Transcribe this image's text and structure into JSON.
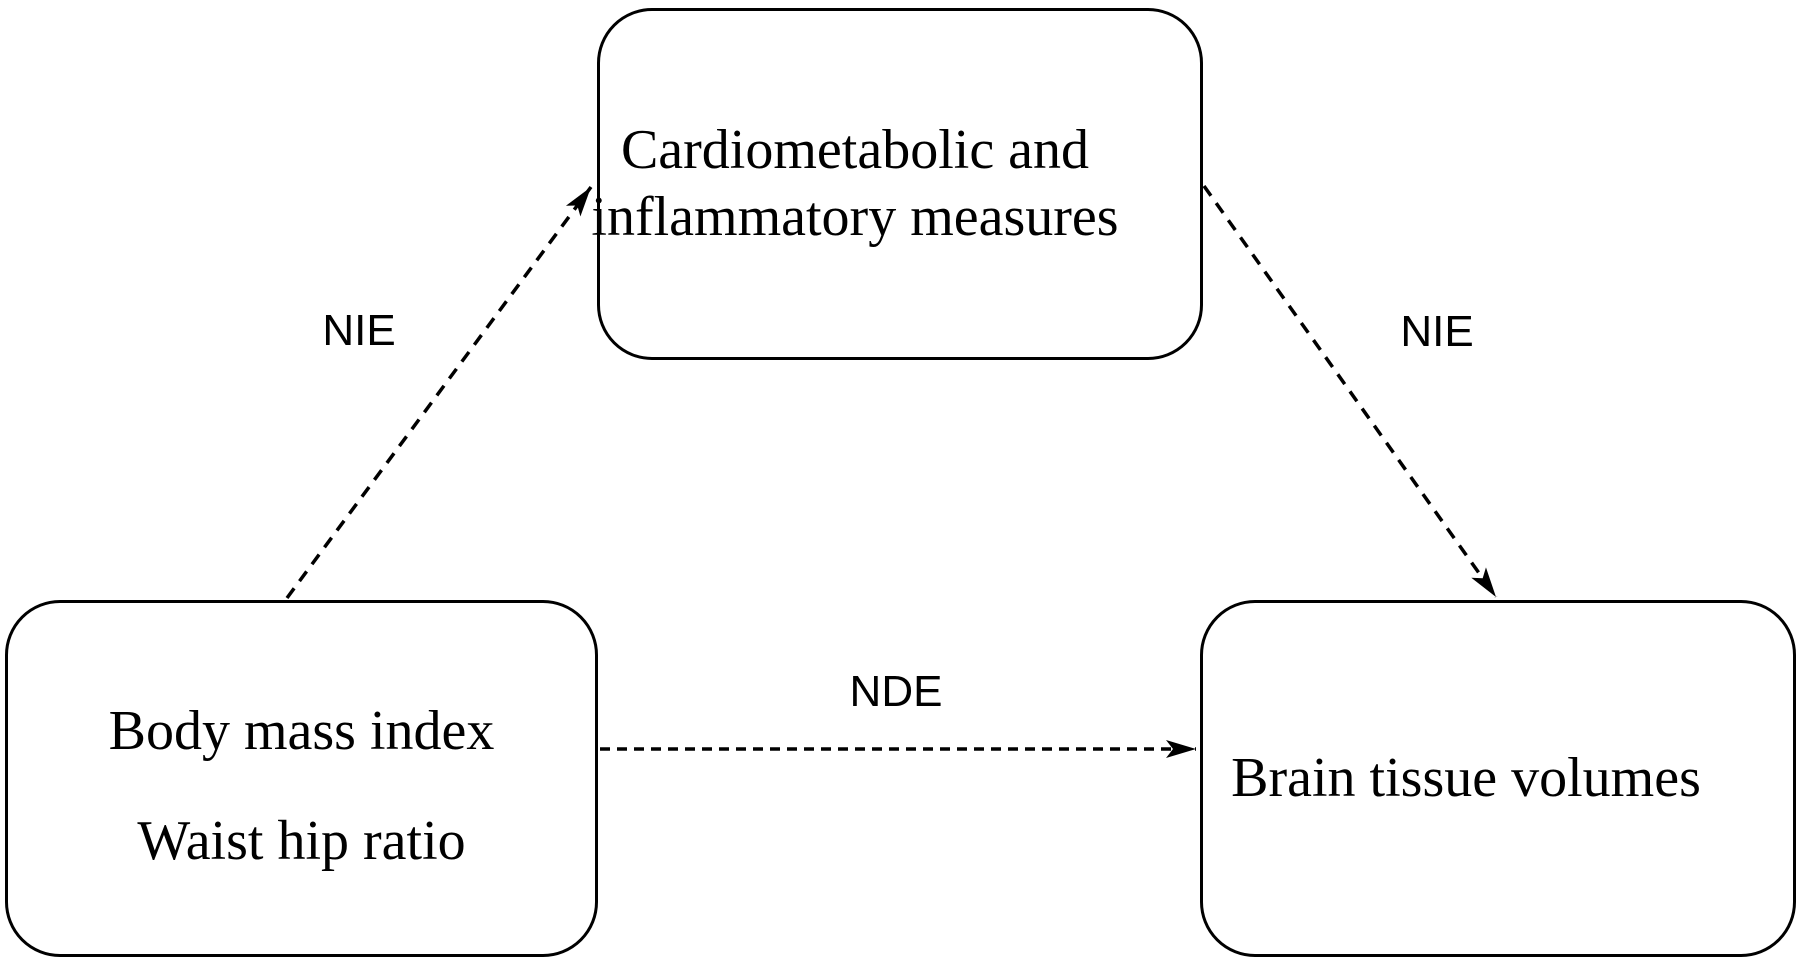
{
  "diagram": {
    "type": "mediation-path-diagram",
    "background_color": "#ffffff",
    "line_color": "#000000",
    "nodes": {
      "exposure": {
        "line1": "Body mass index",
        "line2": "Waist hip ratio"
      },
      "mediator": {
        "line1": "Cardiometabolic and",
        "line2": "inflammatory measures"
      },
      "outcome": {
        "line1": "Brain tissue volumes"
      }
    },
    "edges": {
      "exposure_to_mediator": {
        "label": "NIE",
        "style": "dashed-arrow"
      },
      "mediator_to_outcome": {
        "label": "NIE",
        "style": "dashed-arrow"
      },
      "exposure_to_outcome": {
        "label": "NDE",
        "style": "dashed-arrow"
      }
    }
  }
}
